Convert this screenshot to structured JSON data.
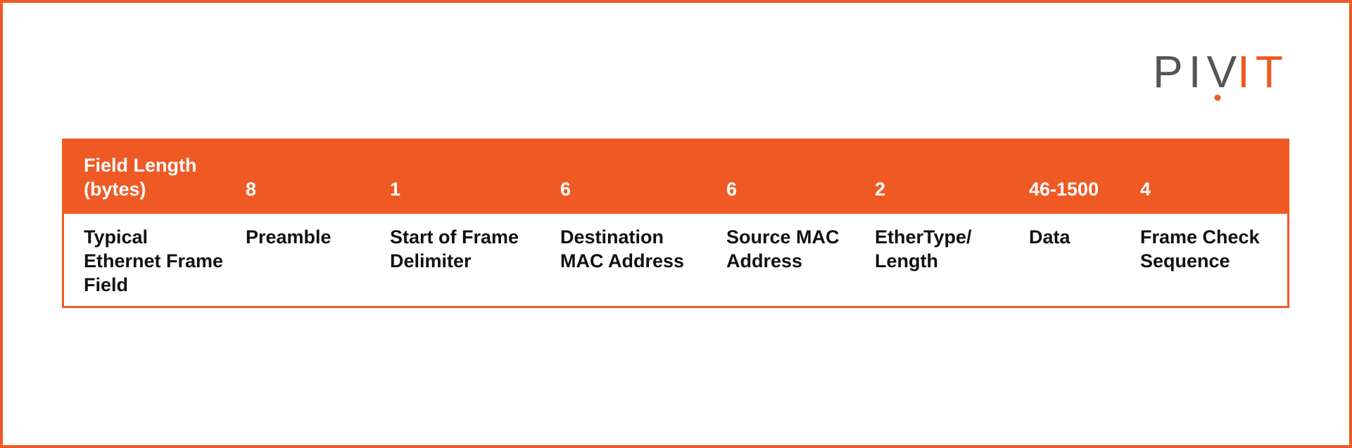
{
  "brand": {
    "logo_text_left": "PIV",
    "logo_text_right": "IT",
    "accent_color": "#ef5a24",
    "logo_gray": "#555555"
  },
  "table": {
    "header_row": {
      "label": "Field Length (bytes)",
      "values": [
        "8",
        "1",
        "6",
        "6",
        "2",
        "46-1500",
        "4"
      ]
    },
    "body_row": {
      "label": "Typical Ethernet Frame Field",
      "values": [
        "Preamble",
        "Start of Frame Delimiter",
        "Destination MAC Address",
        "Source MAC Address",
        "EtherType/ Length",
        "Data",
        "Frame Check Sequence"
      ]
    }
  }
}
